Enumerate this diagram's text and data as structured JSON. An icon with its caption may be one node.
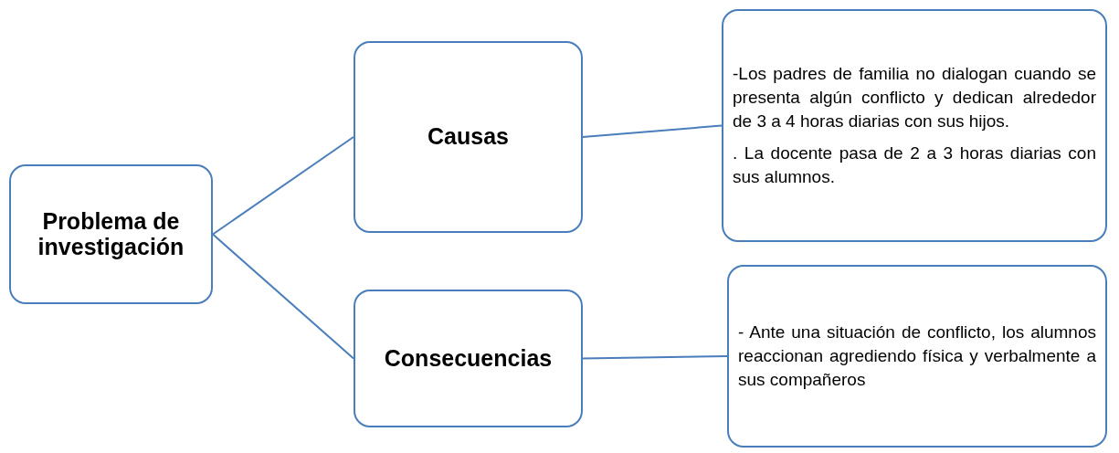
{
  "diagram": {
    "nodes": [
      {
        "text": [
          "Problema de investigación"
        ]
      },
      {
        "text": [
          "Causas"
        ]
      },
      {
        "text": [
          "Consecuencias"
        ]
      },
      {
        "text": [
          "-Los padres de familia no dialogan cuando se presenta algún conflicto y dedican alrededor de 3 a 4 horas diarias con sus hijos.",
          ". La docente pasa de 2 a 3 horas diarias con sus alumnos."
        ]
      },
      {
        "text": [
          "- Ante una situación de conflicto, los alumnos reaccionan agrediendo física y verbalmente a sus compañeros"
        ]
      }
    ],
    "edges": [
      {
        "from": 0,
        "to": 1,
        "arrow": "none"
      },
      {
        "from": 0,
        "to": 2,
        "arrow": "none"
      },
      {
        "from": 1,
        "to": 3,
        "arrow": "none"
      },
      {
        "from": 2,
        "to": 4,
        "arrow": "none"
      }
    ]
  }
}
